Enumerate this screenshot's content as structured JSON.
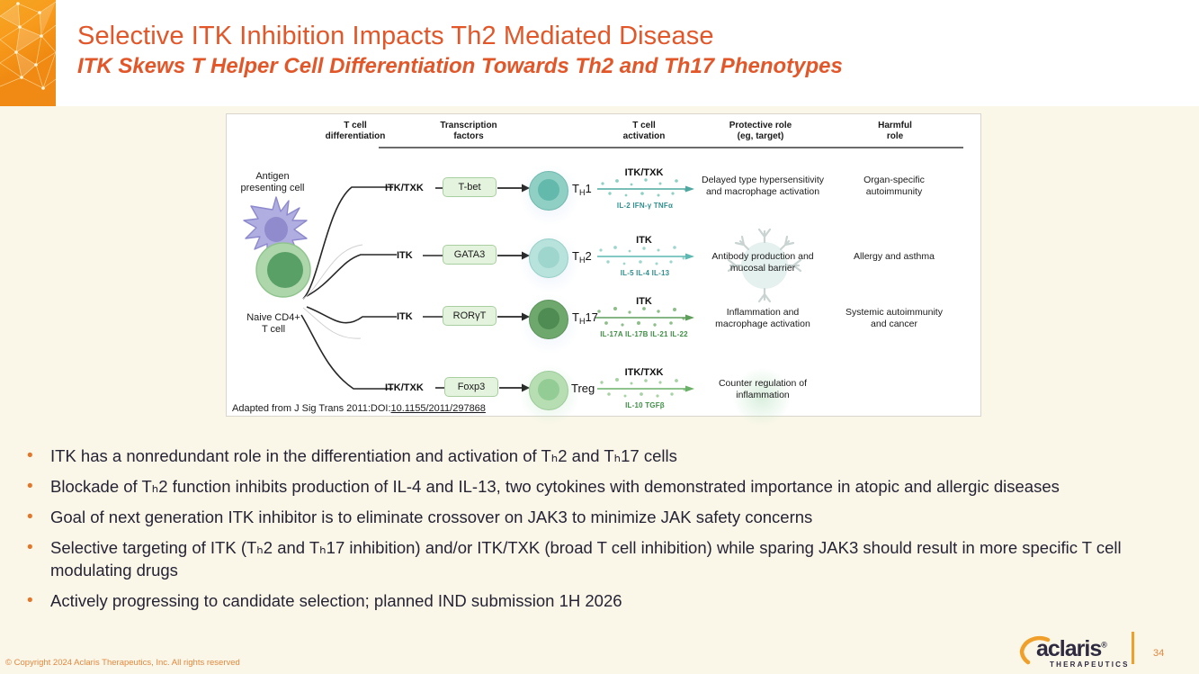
{
  "slide": {
    "title": "Selective ITK Inhibition Impacts Th2 Mediated Disease",
    "subtitle": "ITK Skews T Helper Cell Differentiation Towards Th2 and Th17 Phenotypes",
    "accent_color": "#e2572a",
    "background_color": "#faf7e9"
  },
  "diagram": {
    "columns": [
      {
        "line1": "T cell",
        "line2": "differentiation"
      },
      {
        "line1": "Transcription",
        "line2": "factors"
      },
      {
        "line1": "T cell",
        "line2": "activation"
      },
      {
        "line1": "Protective role",
        "line2": "(eg, target)"
      },
      {
        "line1": "Harmful",
        "line2": "role"
      }
    ],
    "left_cells": {
      "apc_line1": "Antigen",
      "apc_line2": "presenting cell",
      "naive_line1": "Naive CD4+",
      "naive_line2": "T cell"
    },
    "rows": [
      {
        "kinase": "ITK/TXK",
        "factor": "T-bet",
        "cell_name": "T",
        "cell_sub": "H",
        "cell_num": "1",
        "cell_color": "#8fcfc4",
        "cell_core": "#63b9ab",
        "activation_label": "ITK/TXK",
        "cytokines": "IL-2  IFN-γ  TNFα",
        "cytokine_color": "#2f8f8c",
        "arrow_color": "#4fa8a0",
        "protective_line1": "Delayed type hypersensitivity",
        "protective_line2": "and macrophage activation",
        "harmful_line1": "Organ-specific",
        "harmful_line2": "autoimmunity"
      },
      {
        "kinase": "ITK",
        "factor": "GATA3",
        "cell_name": "T",
        "cell_sub": "H",
        "cell_num": "2",
        "cell_color": "#b8e2dc",
        "cell_core": "#9ed6cd",
        "activation_label": "ITK",
        "cytokines": "IL-5   IL-4   IL-13",
        "cytokine_color": "#2f8f8c",
        "arrow_color": "#5cb8b0",
        "protective_line1": "Antibody production and",
        "protective_line2": "mucosal barrier",
        "harmful_line1": "Allergy and asthma",
        "harmful_line2": ""
      },
      {
        "kinase": "ITK",
        "factor": "RORγT",
        "cell_name": "T",
        "cell_sub": "H",
        "cell_num": "17",
        "cell_color": "#6fa86c",
        "cell_core": "#4e8c53",
        "activation_label": "ITK",
        "cytokines": "IL-17A  IL-17B  IL-21  IL-22",
        "cytokine_color": "#3f8f45",
        "arrow_color": "#5d9e5a",
        "protective_line1": "Inflammation and",
        "protective_line2": "macrophage activation",
        "harmful_line1": "Systemic autoimmunity",
        "harmful_line2": "and cancer"
      },
      {
        "kinase": "ITK/TXK",
        "factor": "Foxp3",
        "cell_name": "Treg",
        "cell_sub": "",
        "cell_num": "",
        "cell_color": "#b7ddb3",
        "cell_core": "#93cc95",
        "activation_label": "ITK/TXK",
        "cytokines": "IL-10    TGFβ",
        "cytokine_color": "#3f8f45",
        "arrow_color": "#6bb068",
        "protective_line1": "Counter regulation of",
        "protective_line2": "inflammation",
        "harmful_line1": "",
        "harmful_line2": ""
      }
    ],
    "citation_prefix": "Adapted from J Sig Trans 2011:DOI:",
    "citation_doi": "10.1155/2011/297868"
  },
  "bullets": [
    "ITK has a nonredundant role in the differentiation and activation of Tₕ2 and Tₕ17 cells",
    "Blockade of Tₕ2 function inhibits production of IL-4 and IL-13, two cytokines with demonstrated importance in atopic and allergic diseases",
    "Goal of next generation ITK inhibitor is to eliminate crossover on JAK3 to minimize JAK safety concerns",
    "Selective targeting of ITK (Tₕ2 and Tₕ17 inhibition) and/or ITK/TXK (broad T cell inhibition) while sparing JAK3 should result in more specific T cell modulating drugs",
    "Actively progressing to candidate selection; planned IND submission 1H 2026"
  ],
  "bullet_marker": "•",
  "footer": {
    "copyright": "© Copyright 2024 Aclaris Therapeutics, Inc. All rights reserved",
    "logo_name": "aclaris",
    "logo_reg": "®",
    "logo_tagline": "THERAPEUTICS",
    "page_number": "34"
  }
}
